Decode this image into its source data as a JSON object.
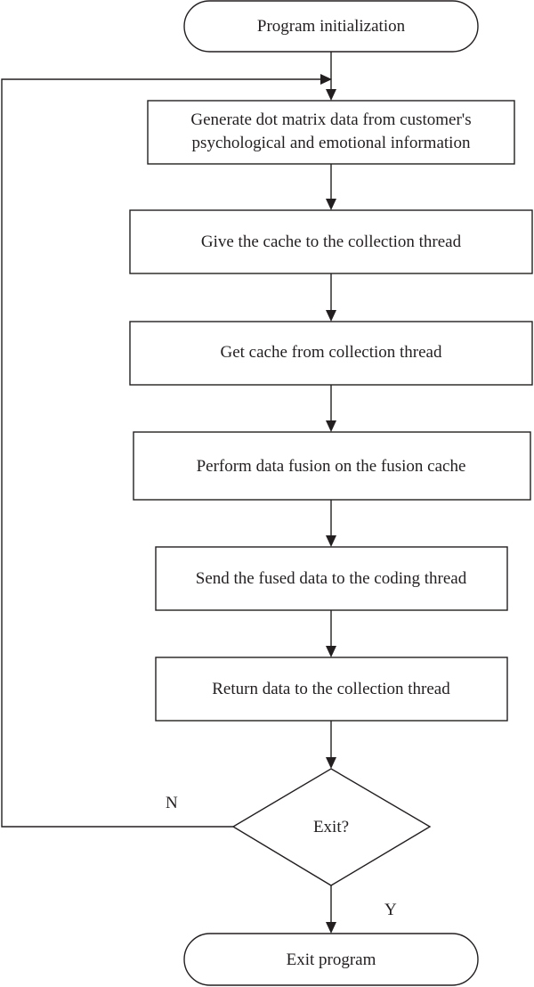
{
  "diagram": {
    "nodes": {
      "start": {
        "label": "Program initialization"
      },
      "generate": {
        "line1": "Generate dot matrix data from customer's",
        "line2": "psychological and emotional information"
      },
      "give_cache": {
        "label": "Give the cache to the collection thread"
      },
      "get_cache": {
        "label": "Get cache from collection thread"
      },
      "fusion": {
        "label": "Perform data fusion on the fusion cache"
      },
      "send": {
        "label": "Send the fused data to the coding thread"
      },
      "return": {
        "label": "Return data to the collection thread"
      },
      "decision": {
        "label": "Exit?"
      },
      "end": {
        "label": "Exit program"
      }
    },
    "edges": {
      "no_label": "N",
      "yes_label": "Y"
    }
  }
}
